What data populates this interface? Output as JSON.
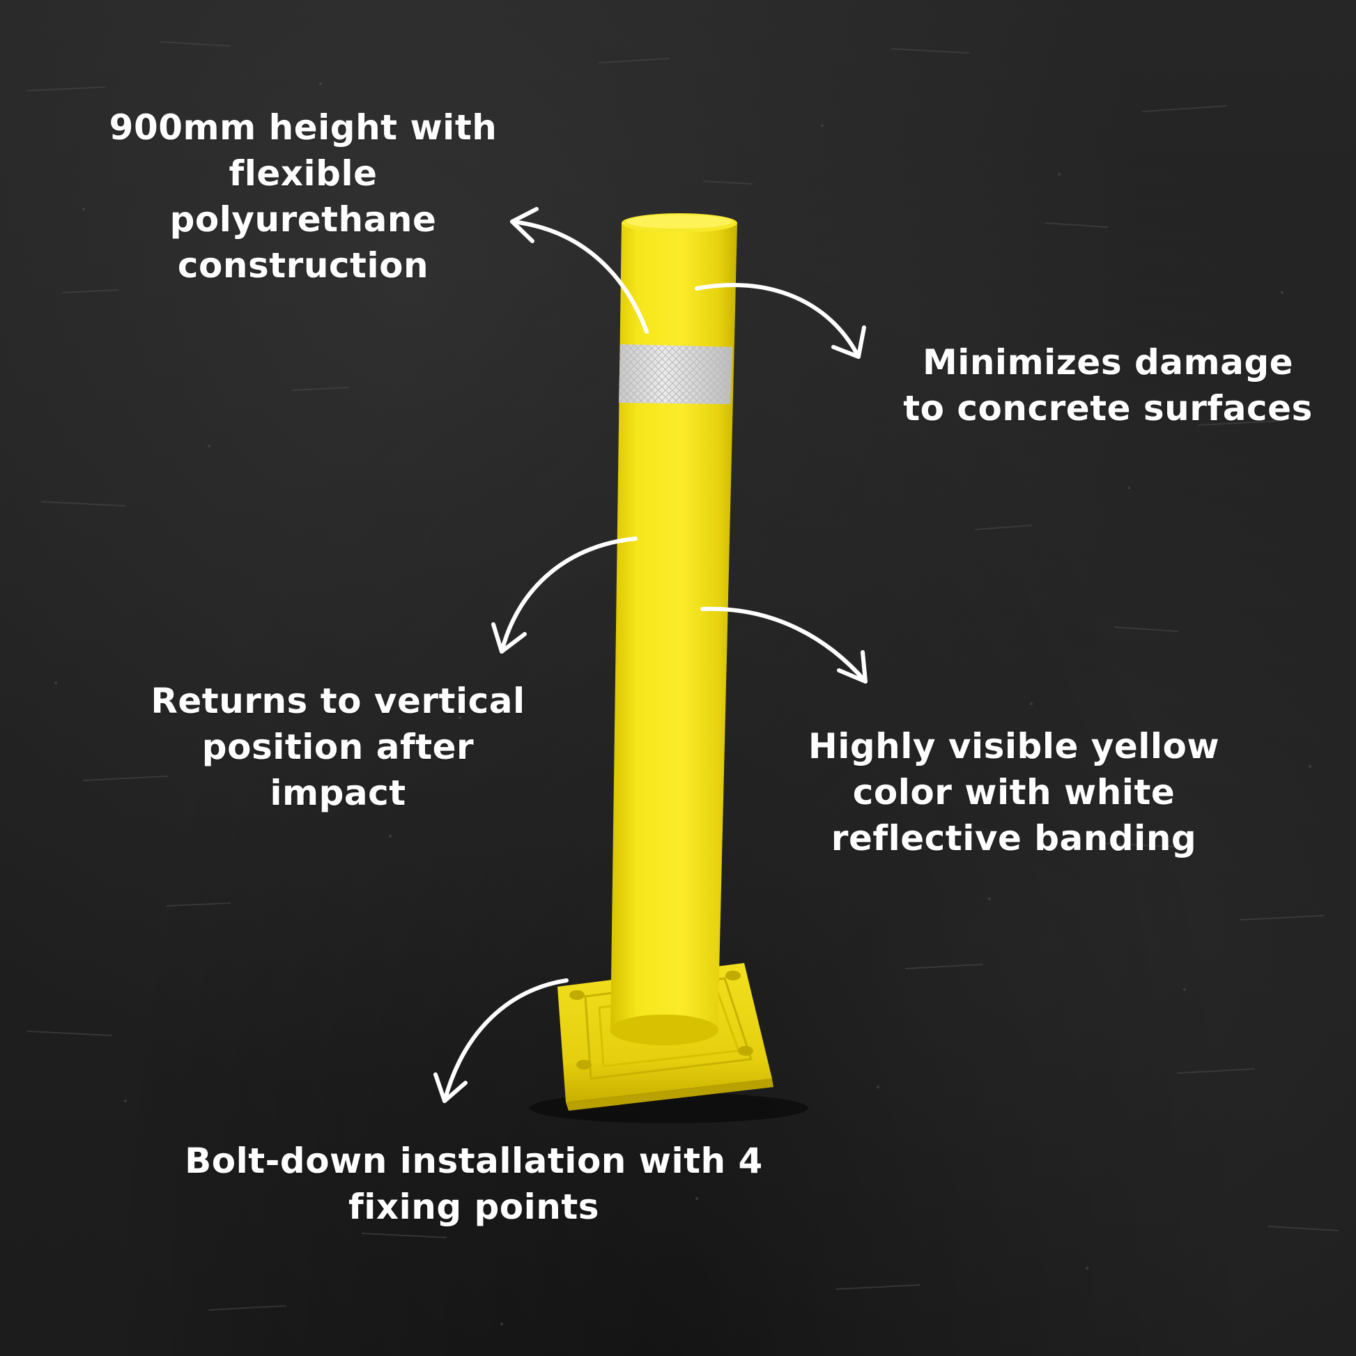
{
  "colors": {
    "background": "#232323",
    "bollard_yellow": "#f4e21a",
    "reflective_band": "#dcdcdc",
    "text": "#ffffff",
    "arrow": "#ffffff"
  },
  "product": {
    "icon": "flexible-bollard"
  },
  "callouts": {
    "height": "900mm height with\nflexible\npolyurethane\nconstruction",
    "damage": "Minimizes damage\nto concrete surfaces",
    "return": "Returns to vertical\nposition after\nimpact",
    "visible": "Highly visible yellow\ncolor with white\nreflective banding",
    "bolt": "Bolt-down installation with 4\nfixing points"
  }
}
